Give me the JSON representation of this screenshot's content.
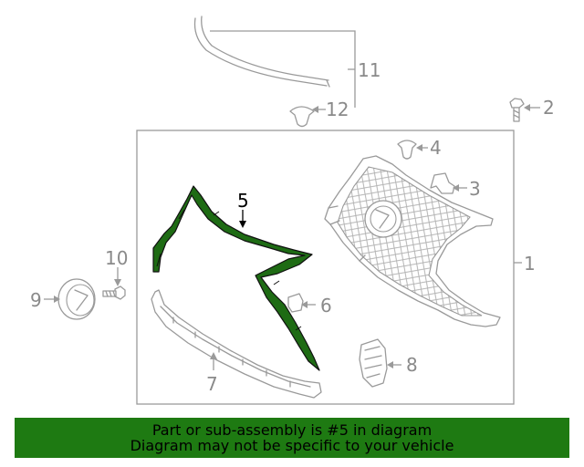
{
  "diagram": {
    "highlight_color": "#1e6b14",
    "callouts": [
      "1",
      "2",
      "3",
      "4",
      "5",
      "6",
      "7",
      "8",
      "9",
      "10",
      "11",
      "12"
    ],
    "highlighted_part": "5"
  },
  "banner": {
    "background": "#1e7a12",
    "line1": "Part or sub-assembly is #5 in diagram",
    "line2": "Diagram may not be specific to your vehicle"
  }
}
